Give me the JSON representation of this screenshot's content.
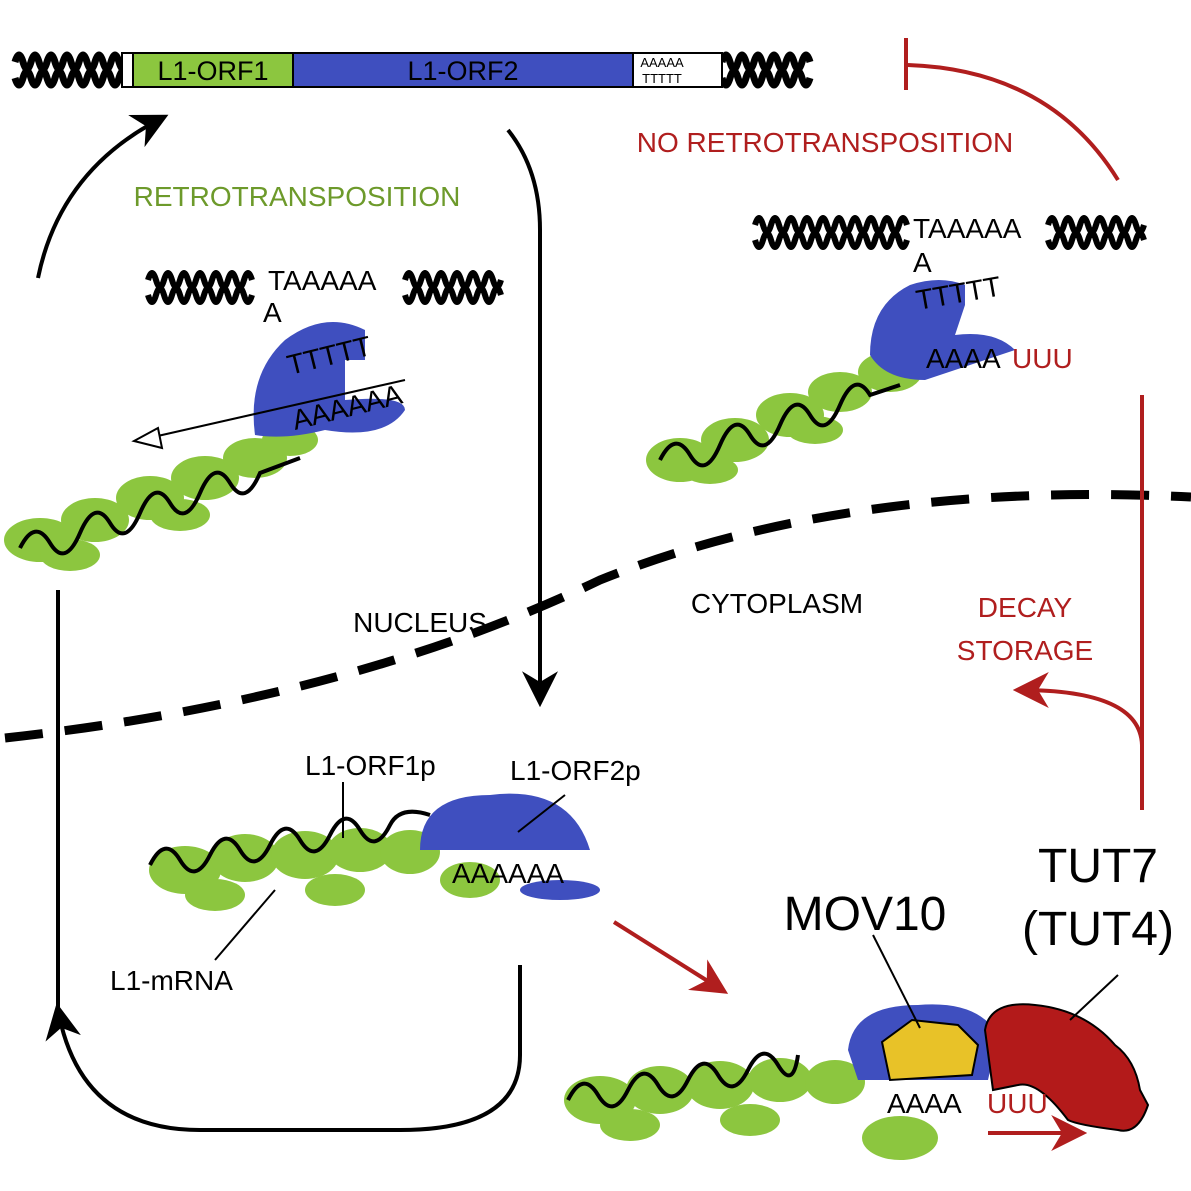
{
  "gene": {
    "orf1_label": "L1-ORF1",
    "orf2_label": "L1-ORF2",
    "polya_top": "AAAAA",
    "polya_bottom": "TTTTT"
  },
  "labels": {
    "retrotransposition": "RETROTRANSPOSITION",
    "no_retrotransposition": "NO RETROTRANSPOSITION",
    "nucleus": "NUCLEUS",
    "cytoplasm": "CYTOPLASM",
    "decay": "DECAY",
    "storage": "STORAGE",
    "orf1p": "L1-ORF1p",
    "orf2p": "L1-ORF2p",
    "mrna": "L1-mRNA",
    "mov10": "MOV10",
    "tut7": "TUT7",
    "tut4": "(TUT4)"
  },
  "sequences": {
    "left_target_top": "TAAAAA",
    "left_target_a": "A",
    "left_t": "TTTTT",
    "left_a": "AAAAAA",
    "right_target_top": "TAAAAA",
    "right_target_a": "A",
    "right_t": "TTTTT",
    "right_a": "AAAA",
    "right_u": "UUU",
    "center_a": "AAAAAA",
    "bottom_a": "AAAA",
    "bottom_u": "UUU"
  },
  "colors": {
    "green_orf1": "#8cc63f",
    "blue_orf2": "#3f4fbf",
    "red_path": "#b01e1e",
    "yellow_mov10": "#e8c228",
    "red_tut": "#b31a1a",
    "green_text": "#6d9a2b",
    "black": "#000000"
  }
}
